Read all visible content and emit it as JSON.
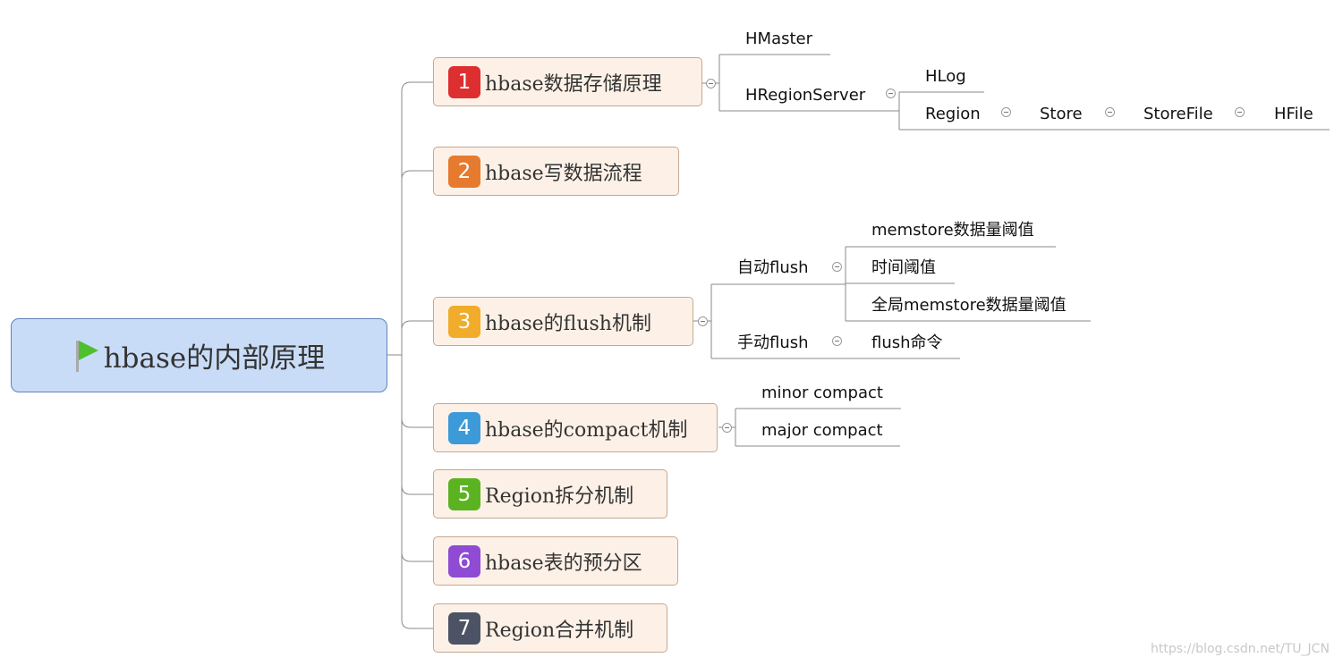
{
  "root": {
    "title": "hbase的内部原理",
    "icon": "flag-icon"
  },
  "colors": {
    "root_fill": "#c9dcf7",
    "topic_fill": "#fdf1e7",
    "line": "#888888",
    "badges": [
      "#dd2f2f",
      "#e67a2e",
      "#f0ac2a",
      "#3c9ad8",
      "#5cb321",
      "#8f4bd3",
      "#4c5364"
    ]
  },
  "topics": [
    {
      "num": "1",
      "label": "hbase数据存储原理"
    },
    {
      "num": "2",
      "label": "hbase写数据流程"
    },
    {
      "num": "3",
      "label": "hbase的flush机制"
    },
    {
      "num": "4",
      "label": "hbase的compact机制"
    },
    {
      "num": "5",
      "label": "Region拆分机制"
    },
    {
      "num": "6",
      "label": "hbase表的预分区"
    },
    {
      "num": "7",
      "label": "Region合并机制"
    }
  ],
  "storage": {
    "hmaster": "HMaster",
    "hregionserver": "HRegionServer",
    "hlog": "HLog",
    "region": "Region",
    "store": "Store",
    "storefile": "StoreFile",
    "hfile": "HFile"
  },
  "flush": {
    "auto": "自动flush",
    "manual": "手动flush",
    "auto_items": [
      "memstore数据量阈值",
      "时间阈值",
      "全局memstore数据量阈值"
    ],
    "manual_item": "flush命令"
  },
  "compact": {
    "items": [
      "minor compact",
      "major compact"
    ]
  },
  "watermark": "https://blog.csdn.net/TU_JCN"
}
